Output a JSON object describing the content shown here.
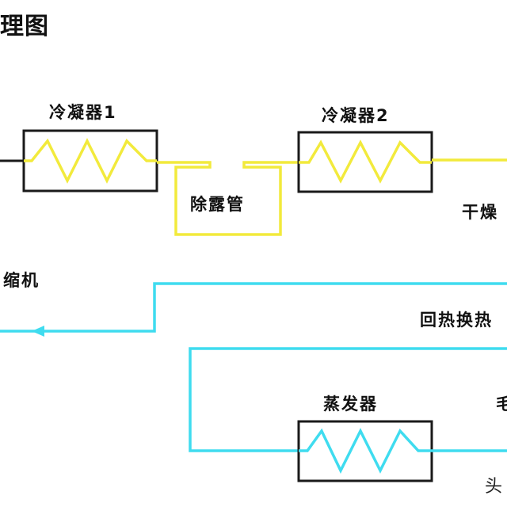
{
  "diagram": {
    "title": "理图",
    "labels": {
      "condenser1": "冷凝器1",
      "condenser2": "冷凝器2",
      "defog_pipe": "除露管",
      "dryer": "干燥",
      "compressor": "缩机",
      "heat_exchanger": "回热换热",
      "evaporator": "蒸发器",
      "evaporator_side": "毛",
      "watermark": "头"
    },
    "colors": {
      "hot_line": "#f2ea3c",
      "cold_line": "#3fdcef",
      "box_stroke": "#1a1a1a",
      "text": "#111111"
    }
  }
}
